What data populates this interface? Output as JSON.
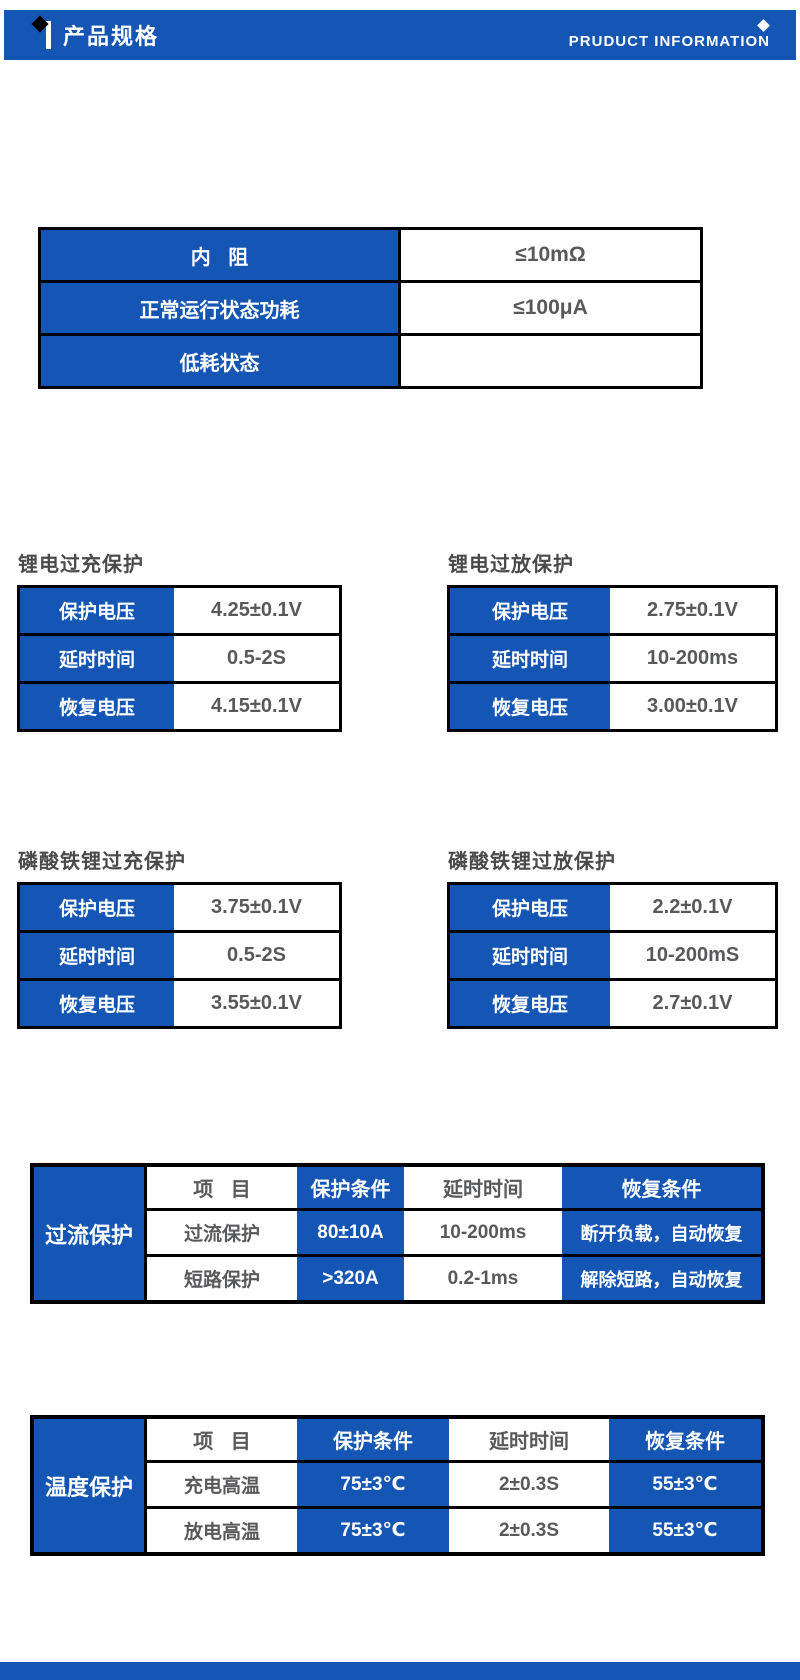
{
  "colors": {
    "accent_blue": "#1556b4",
    "border_black": "#000000",
    "value_gray": "#58595b"
  },
  "header": {
    "title": "产品规格",
    "subtitle": "PRUDUCT INFORMATION",
    "diamond_icon": "diamond"
  },
  "general_table": {
    "rows": [
      {
        "label": "内 阻",
        "value": "≤10mΩ"
      },
      {
        "label": "正常运行状态功耗",
        "value": "≤100μA"
      },
      {
        "label": "低耗状态",
        "value": ""
      }
    ]
  },
  "protection_tables": [
    {
      "title": "锂电过充保护",
      "rows": [
        {
          "label": "保护电压",
          "value": "4.25±0.1V"
        },
        {
          "label": "延时时间",
          "value": "0.5-2S"
        },
        {
          "label": "恢复电压",
          "value": "4.15±0.1V"
        }
      ]
    },
    {
      "title": "锂电过放保护",
      "rows": [
        {
          "label": "保护电压",
          "value": "2.75±0.1V"
        },
        {
          "label": "延时时间",
          "value": "10-200ms"
        },
        {
          "label": "恢复电压",
          "value": "3.00±0.1V"
        }
      ]
    },
    {
      "title": "磷酸铁锂过充保护",
      "rows": [
        {
          "label": "保护电压",
          "value": "3.75±0.1V"
        },
        {
          "label": "延时时间",
          "value": "0.5-2S"
        },
        {
          "label": "恢复电压",
          "value": "3.55±0.1V"
        }
      ]
    },
    {
      "title": "磷酸铁锂过放保护",
      "rows": [
        {
          "label": "保护电压",
          "value": "2.2±0.1V"
        },
        {
          "label": "延时时间",
          "value": "10-200mS"
        },
        {
          "label": "恢复电压",
          "value": "2.7±0.1V"
        }
      ]
    }
  ],
  "overcurrent_table": {
    "group_label": "过流保护",
    "headers": {
      "item": "项 目",
      "protect": "保护条件",
      "delay": "延时时间",
      "recover": "恢复条件"
    },
    "rows": [
      {
        "item": "过流保护",
        "protect": "80±10A",
        "delay": "10-200ms",
        "recover": "断开负载，自动恢复"
      },
      {
        "item": "短路保护",
        "protect": ">320A",
        "delay": "0.2-1ms",
        "recover": "解除短路，自动恢复"
      }
    ]
  },
  "temperature_table": {
    "group_label": "温度保护",
    "headers": {
      "item": "项 目",
      "protect": "保护条件",
      "delay": "延时时间",
      "recover": "恢复条件"
    },
    "rows": [
      {
        "item": "充电高温",
        "protect": "75±3℃",
        "delay": "2±0.3S",
        "recover": "55±3℃"
      },
      {
        "item": "放电高温",
        "protect": "75±3℃",
        "delay": "2±0.3S",
        "recover": "55±3℃"
      }
    ]
  }
}
